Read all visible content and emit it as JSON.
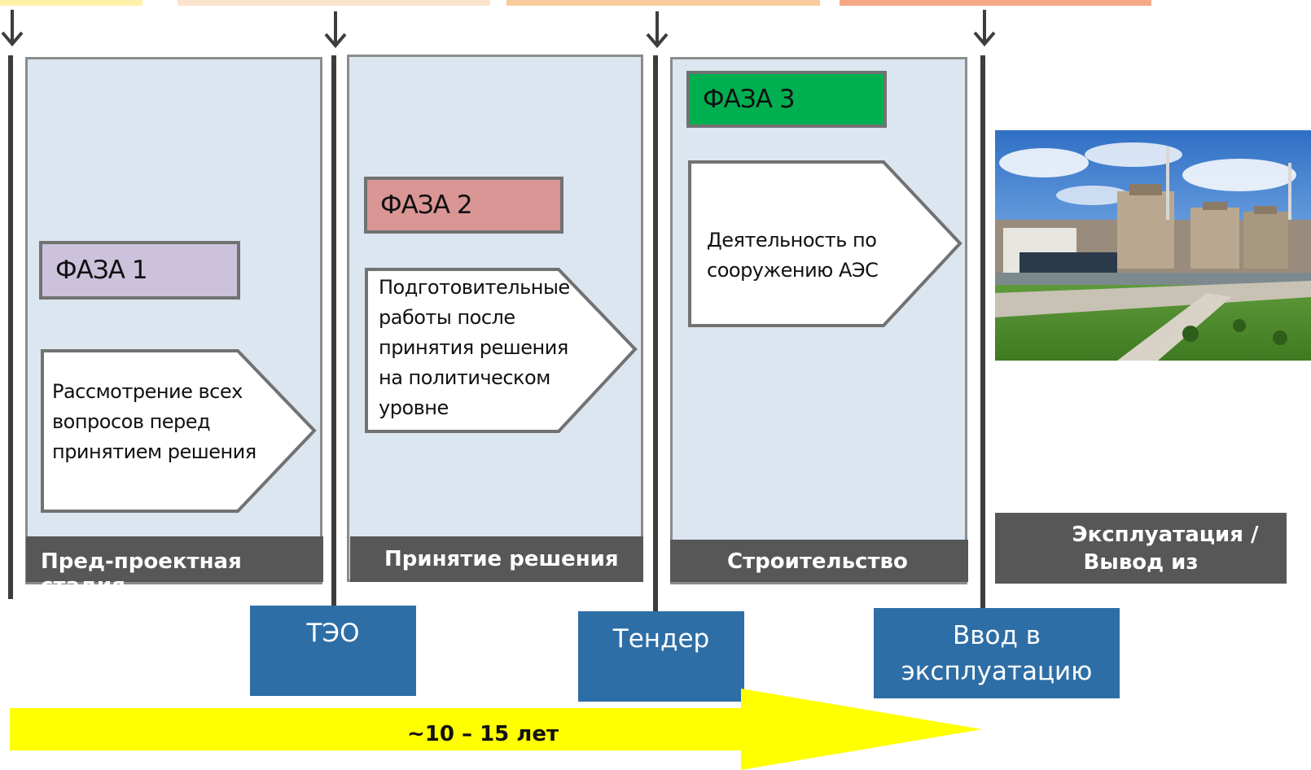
{
  "phases": [
    {
      "label": "ФАЗА 1",
      "color": "#ccc2dc"
    },
    {
      "label": "ФАЗА 2",
      "color": "#d99694"
    },
    {
      "label": "ФАЗА 3",
      "color": "#00b050"
    }
  ],
  "activities": [
    {
      "lines": [
        "Рассмотрение всех",
        "вопросов перед",
        "принятием решения"
      ]
    },
    {
      "lines": [
        "Подготовительные",
        "работы после",
        "принятия решения",
        "на политическом",
        "уровне"
      ]
    },
    {
      "lines": [
        "Деятельность по",
        "сооружению АЭС"
      ]
    }
  ],
  "stages": [
    {
      "label": "Пред-проектная стадия"
    },
    {
      "label": "Принятие решения"
    },
    {
      "label": "Строительство"
    },
    {
      "line1": "Эксплуатация /",
      "line2": "Вывод из эксплуатации"
    }
  ],
  "milestones": [
    {
      "label": "ТЭО"
    },
    {
      "label": "Тендер"
    },
    {
      "line1": "Ввод в",
      "line2": "эксплуатацию"
    }
  ],
  "duration": {
    "label": "~10 – 15 лет",
    "color": "#ffff00"
  },
  "colors": {
    "panel_bg": "#dbe6f1",
    "stage_label_bg": "#575757",
    "milestone_bg": "#2e6ea6",
    "top_bars": [
      "#fff2a8",
      "#fce4cc",
      "#f9cb9c",
      "#f4a884"
    ]
  },
  "image": {
    "description_icon": "nuclear-power-plant-photo"
  }
}
